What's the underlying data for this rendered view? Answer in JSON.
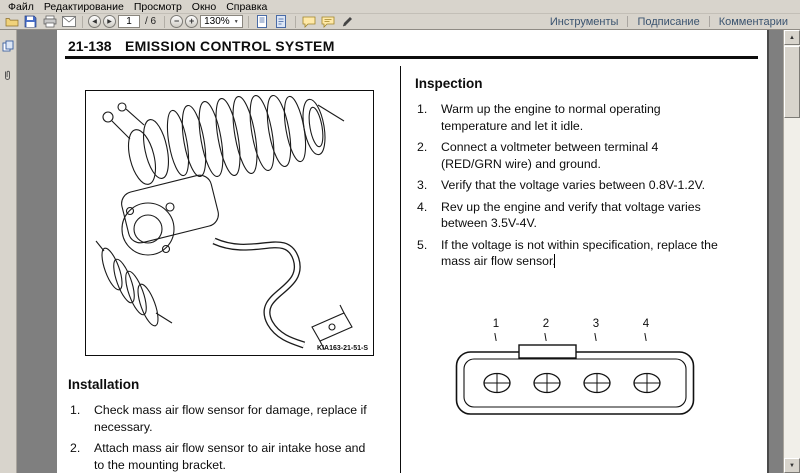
{
  "menu": {
    "items": [
      "Файл",
      "Редактирование",
      "Просмотр",
      "Окно",
      "Справка"
    ]
  },
  "toolbar": {
    "page_current": "1",
    "page_total": "/ 6",
    "zoom_level": "130%",
    "links": [
      "Инструменты",
      "Подписание",
      "Комментарии"
    ]
  },
  "glyphs": {
    "prev": "◀",
    "next": "▶",
    "zoom_out": "−",
    "zoom_in": "+",
    "dropdown": "▼",
    "scroll_up": "▲",
    "scroll_down": "▼"
  },
  "document": {
    "header": {
      "number": "21-138",
      "title": "EMISSION CONTROL SYSTEM"
    },
    "figure": {
      "caption": "KIA163-21-51-S"
    },
    "installation": {
      "heading": "Installation",
      "items": [
        {
          "num": "1.",
          "text": "Check mass air flow sensor for damage, replace if\nnecessary."
        },
        {
          "num": "2.",
          "text": "Attach mass air flow sensor to air intake hose and\nto the mounting bracket."
        }
      ]
    },
    "inspection": {
      "heading": "Inspection",
      "items": [
        {
          "num": "1.",
          "text": "Warm up the engine to normal operating\ntemperature and let it idle."
        },
        {
          "num": "2.",
          "text": "Connect a voltmeter between terminal 4\n(RED/GRN wire) and ground."
        },
        {
          "num": "3.",
          "text": "Verify that the voltage varies between 0.8V-1.2V."
        },
        {
          "num": "4.",
          "text": "Rev up the engine and verify that voltage varies\nbetween 3.5V-4V."
        },
        {
          "num": "5.",
          "text": "If the voltage is not within specification, replace the\nmass air flow sensor."
        }
      ]
    },
    "connector": {
      "terminals": [
        "1",
        "2",
        "3",
        "4"
      ]
    }
  }
}
